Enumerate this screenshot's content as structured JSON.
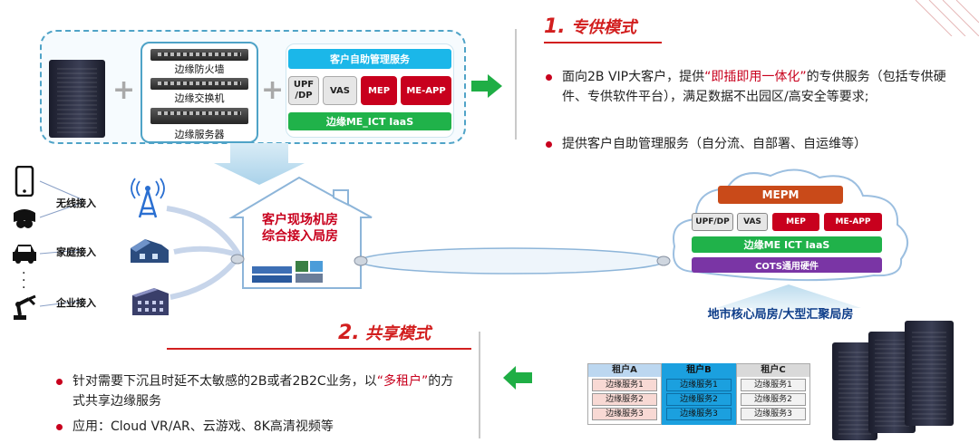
{
  "top": {
    "devices": [
      "边缘防火墙",
      "边缘交换机",
      "边缘服务器"
    ],
    "self_service": "客户自助管理服务",
    "modules": [
      {
        "label": "UPF\n/DP",
        "style": "grey"
      },
      {
        "label": "VAS",
        "style": "grey"
      },
      {
        "label": "MEP",
        "style": "red"
      },
      {
        "label": "ME-APP",
        "style": "red"
      }
    ],
    "iaas": "边缘ME_ICT IaaS"
  },
  "mode1": {
    "num": "1.",
    "title": "专供模式",
    "bullets": [
      {
        "pre": "面向2B VIP大客户，提供",
        "hl": "“即插即用一体化”",
        "post": "的专供服务（包括专供硬件、专供软件平台），满足数据不出园区/高安全等要求;"
      },
      {
        "pre": "提供客户自助管理服务（自分流、自部署、自运维等）",
        "hl": "",
        "post": ""
      }
    ]
  },
  "access": {
    "items": [
      "无线接入",
      "家庭接入",
      "企业接入"
    ]
  },
  "house": {
    "line1": "客户现场机房",
    "line2": "综合接入局房"
  },
  "cloud": {
    "mepm": "MEPM",
    "modules": [
      {
        "label": "UPF/DP",
        "style": "grey"
      },
      {
        "label": "VAS",
        "style": "grey"
      },
      {
        "label": "MEP",
        "style": "red"
      },
      {
        "label": "ME-APP",
        "style": "red"
      }
    ],
    "iaas": "边缘ME ICT IaaS",
    "cots": "COTS通用硬件"
  },
  "core_label": "地市核心局房/大型汇聚局房",
  "mode2": {
    "num": "2.",
    "title": "共享模式",
    "bullets": [
      {
        "pre": "针对需要下沉且时延不太敏感的2B或者2B2C业务，以",
        "hl": "“多租户”",
        "post": "的方式共享边缘服务"
      },
      {
        "pre": "应用：Cloud VR/AR、云游戏、8K高清视频等",
        "hl": "",
        "post": ""
      }
    ]
  },
  "tenants": [
    {
      "name": "租户A",
      "services": [
        "边缘服务1",
        "边缘服务2",
        "边缘服务3"
      ],
      "head_color": "#bcd7f0",
      "cell_color": "#f8d9d4"
    },
    {
      "name": "租户B",
      "services": [
        "边缘服务1",
        "边缘服务2",
        "边缘服务3"
      ],
      "head_color": "#1ba0df",
      "cell_color": "#1ba0df"
    },
    {
      "name": "租户C",
      "services": [
        "边缘服务1",
        "边缘服务2",
        "边缘服务3"
      ],
      "head_color": "#d9d9d9",
      "cell_color": "#f2f2f2"
    }
  ]
}
